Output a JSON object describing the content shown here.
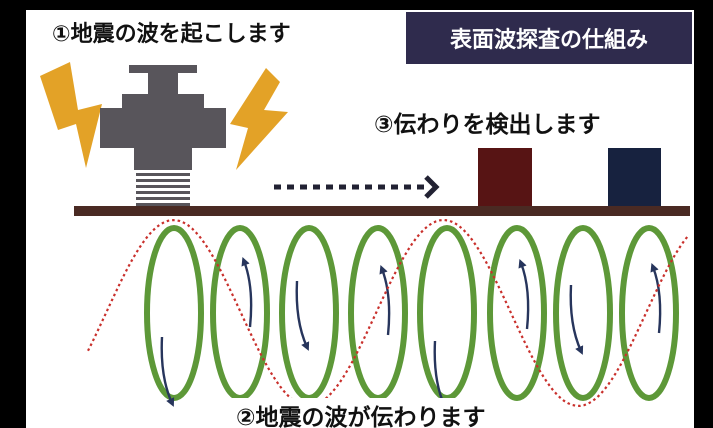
{
  "labels": {
    "step1": "①地震の波を起こします",
    "step2": "②地震の波が伝わります",
    "step3": "③伝わりを検出します",
    "title": "表面波探査の仕組み"
  },
  "colors": {
    "frame": "#000000",
    "title_bg": "#2f2b4d",
    "lightning": "#e3a227",
    "hammer": "#58555b",
    "ground": "#4a2a23",
    "sensor_1": "#571414",
    "sensor_2": "#17223f",
    "rings": "#5d9838",
    "wave": "#c9302c",
    "arrows": "#27355c"
  },
  "icons": [
    "lightning-bolt-icon",
    "hammer-source-icon",
    "dotted-arrow-icon",
    "sensor-icon"
  ]
}
